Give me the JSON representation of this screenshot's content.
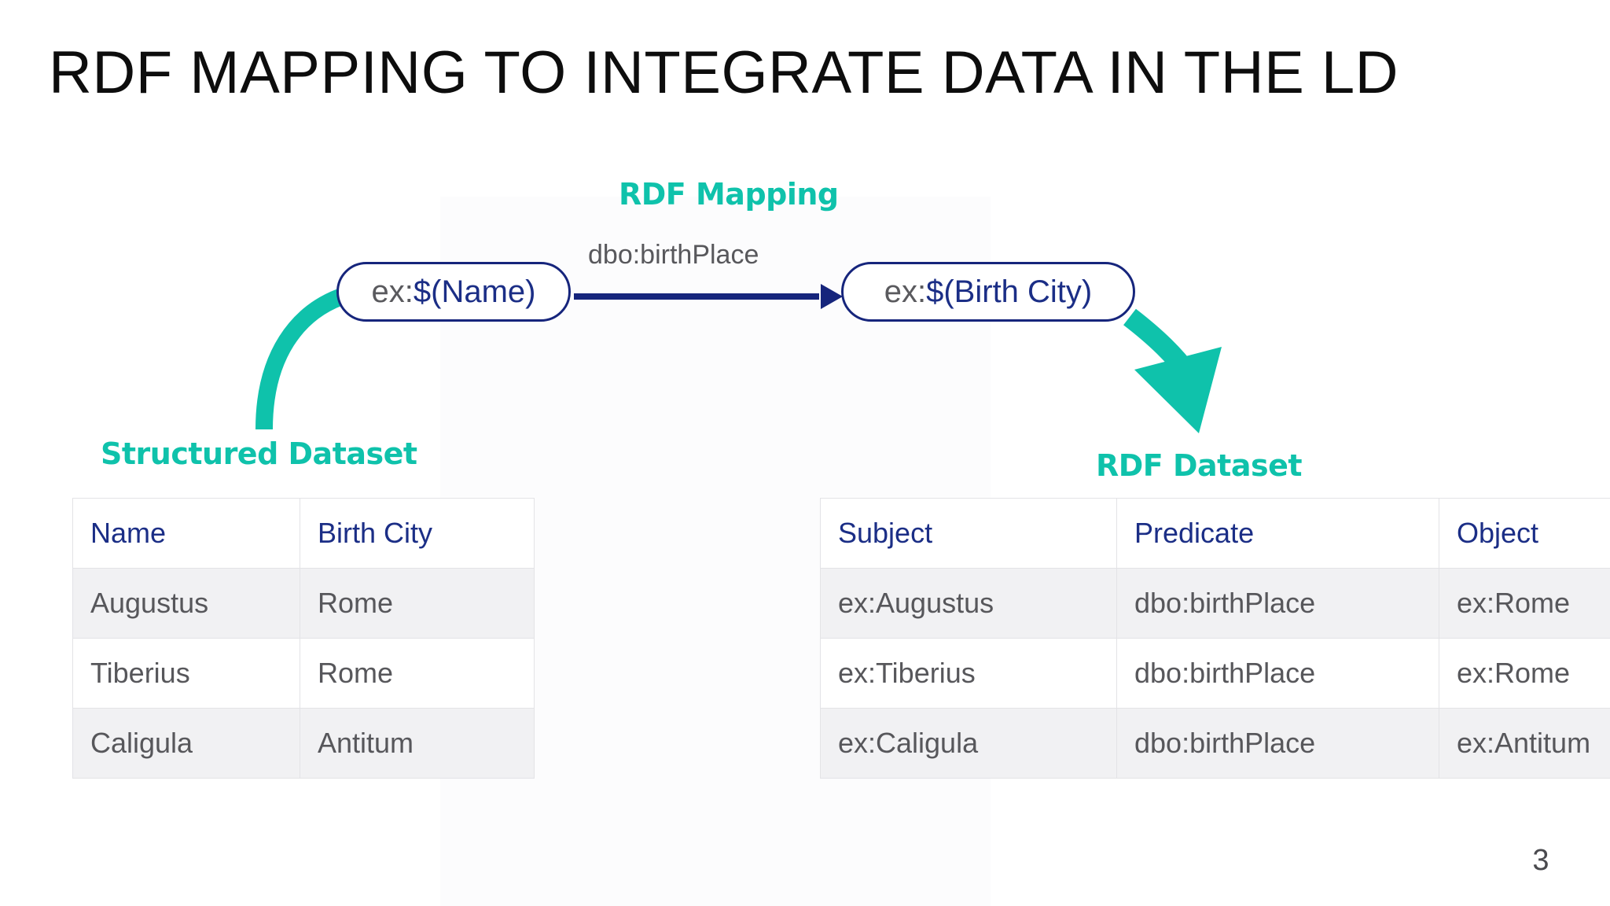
{
  "slide": {
    "title": "RDF MAPPING TO INTEGRATE DATA IN THE LD",
    "page_number": "3",
    "colors": {
      "teal_accent": "#0FC2AB",
      "navy": "#16257C",
      "header_text": "#1B2E86",
      "body_text": "#57575B",
      "stripe": "#F1F1F3",
      "border": "#E3E3E6"
    }
  },
  "diagram": {
    "mapping_label": "RDF Mapping",
    "edge_label": "dbo:birthPlace",
    "subject_node": {
      "prefix": "ex:",
      "variable": "$(Name)"
    },
    "object_node": {
      "prefix": "ex:",
      "variable": "$(Birth City)"
    }
  },
  "structured_dataset": {
    "label": "Structured Dataset",
    "columns": [
      "Name",
      "Birth City"
    ],
    "rows": [
      [
        "Augustus",
        "Rome"
      ],
      [
        "Tiberius",
        "Rome"
      ],
      [
        "Caligula",
        "Antitum"
      ]
    ]
  },
  "rdf_dataset": {
    "label": "RDF Dataset",
    "columns": [
      "Subject",
      "Predicate",
      "Object"
    ],
    "rows": [
      [
        "ex:Augustus",
        "dbo:birthPlace",
        "ex:Rome"
      ],
      [
        "ex:Tiberius",
        "dbo:birthPlace",
        "ex:Rome"
      ],
      [
        "ex:Caligula",
        "dbo:birthPlace",
        "ex:Antitum"
      ]
    ]
  }
}
